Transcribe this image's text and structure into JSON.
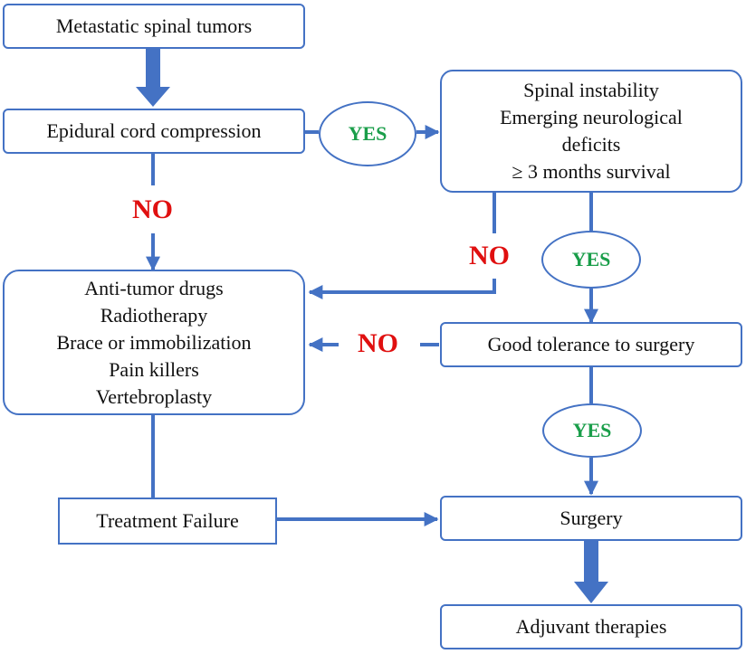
{
  "nodes": {
    "metastatic": "Metastatic spinal tumors",
    "compression": "Epidural cord compression",
    "criteria": [
      "Spinal instability",
      "Emerging neurological",
      "deficits",
      "≥ 3 months survival"
    ],
    "conservative": [
      "Anti-tumor drugs",
      "Radiotherapy",
      "Brace or immobilization",
      "Pain killers",
      "Vertebroplasty"
    ],
    "tolerance": "Good tolerance to surgery",
    "failure": "Treatment Failure",
    "surgery": "Surgery",
    "adjuvant": "Adjuvant therapies"
  },
  "decisions": {
    "yes": "YES",
    "no": "NO"
  },
  "colors": {
    "line": "#4472C4",
    "yes": "#1a9e4a",
    "no": "#e01010"
  }
}
